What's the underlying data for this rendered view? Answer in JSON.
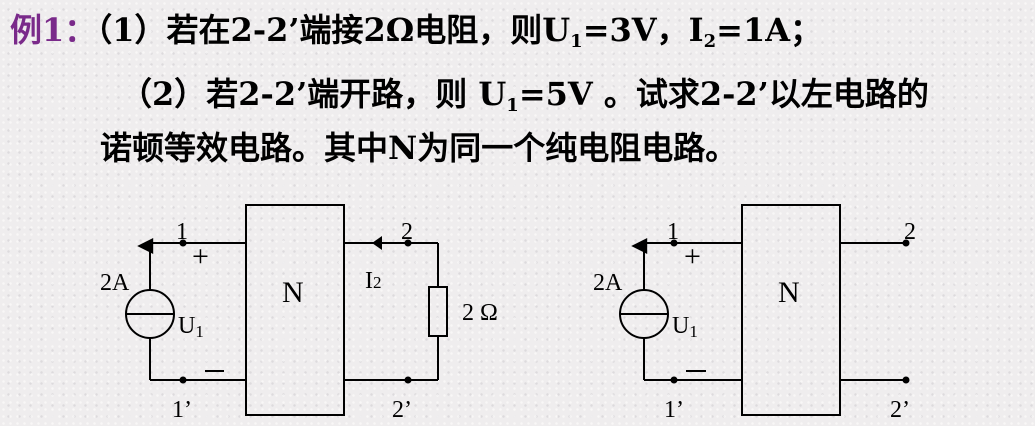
{
  "problem": {
    "label": "例1：",
    "part1_prefix": "（1）若在2-2’端接2Ω电阻，则U",
    "part1_sub1": "1",
    "part1_mid": "=3V，I",
    "part1_sub2": "2",
    "part1_suffix": "=1A；",
    "part2_prefix": "（2）若2-2’端开路，则 U",
    "part2_sub": "1",
    "part2_suffix": "=5V 。试求2-2’以左电路的",
    "line3": "诺顿等效电路。其中N为同一个纯电阻电路。"
  },
  "circuit_left": {
    "node1": "1",
    "node1p": "1’",
    "node2": "2",
    "node2p": "2’",
    "plus": "+",
    "minus": "−",
    "source": "2A",
    "voltage": "U",
    "voltage_sub": "1",
    "network": "N",
    "current": "I",
    "current_sub": "2",
    "resistor": "2 Ω"
  },
  "circuit_right": {
    "node1": "1",
    "node1p": "1’",
    "node2": "2",
    "node2p": "2’",
    "plus": "+",
    "minus": "−",
    "source": "2A",
    "voltage": "U",
    "voltage_sub": "1",
    "network": "N"
  }
}
